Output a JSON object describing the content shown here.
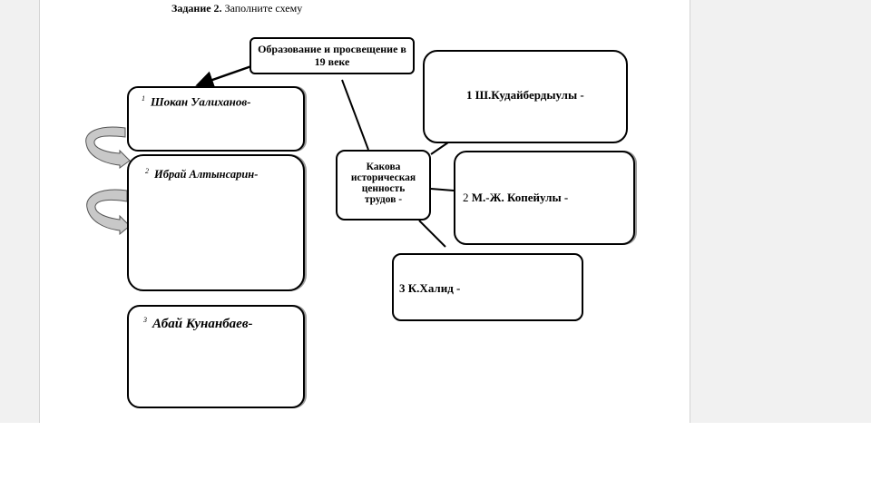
{
  "task": {
    "label": "Задание 2.",
    "instruction": "Заполните схему"
  },
  "diagram": {
    "title": "Образование и просвещение в 19 веке",
    "center": [
      "Какова",
      "историческая",
      "ценность",
      "трудов -"
    ],
    "left_boxes": [
      {
        "num": "1",
        "name": "Шокан Уалиханов-"
      },
      {
        "num": "2",
        "name": "Ибрай Алтынсарин-"
      },
      {
        "num": "3",
        "name": "Абай Кунанбаев-"
      }
    ],
    "right_boxes": [
      {
        "num": "1",
        "name": "Ш.Кудайбердыулы -"
      },
      {
        "num": "2",
        "name": "М.-Ж. Копейулы -"
      },
      {
        "num": "3",
        "name": "К.Халид -"
      }
    ]
  },
  "colors": {
    "viewer_background": "#f1f1f1",
    "page": "#ffffff",
    "line": "#000000",
    "arrow_fill": "#c8c8c8"
  }
}
